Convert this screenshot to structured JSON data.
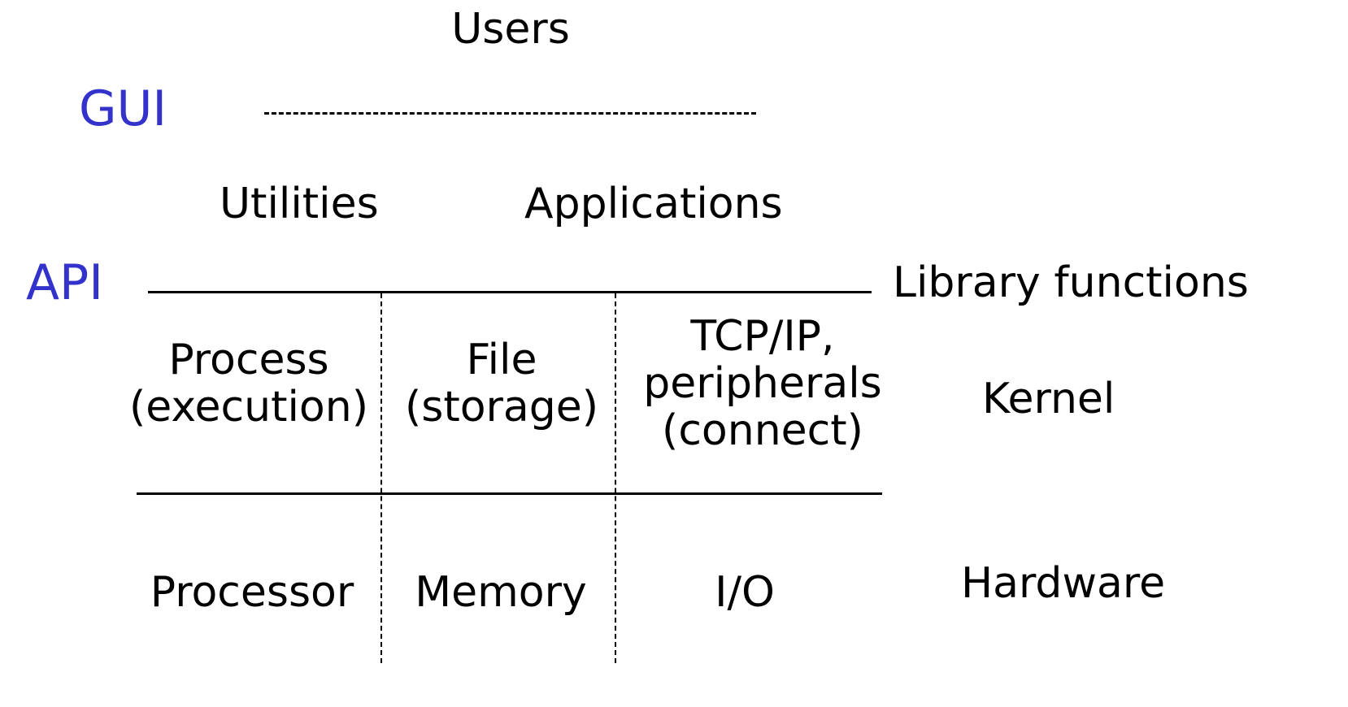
{
  "layers": {
    "users": "Users",
    "gui": "GUI",
    "utilities": "Utilities",
    "applications": "Applications",
    "api": "API",
    "library_functions": "Library functions",
    "kernel": "Kernel",
    "hardware": "Hardware"
  },
  "kernel_cells": {
    "process": [
      "Process",
      "(execution)"
    ],
    "file": [
      "File",
      "(storage)"
    ],
    "network": [
      "TCP/IP,",
      "peripherals",
      "(connect)"
    ]
  },
  "hardware_cells": {
    "processor": "Processor",
    "memory": "Memory",
    "io": "I/O"
  },
  "colors": {
    "interface_label": "#3333cc",
    "text": "#000000"
  }
}
